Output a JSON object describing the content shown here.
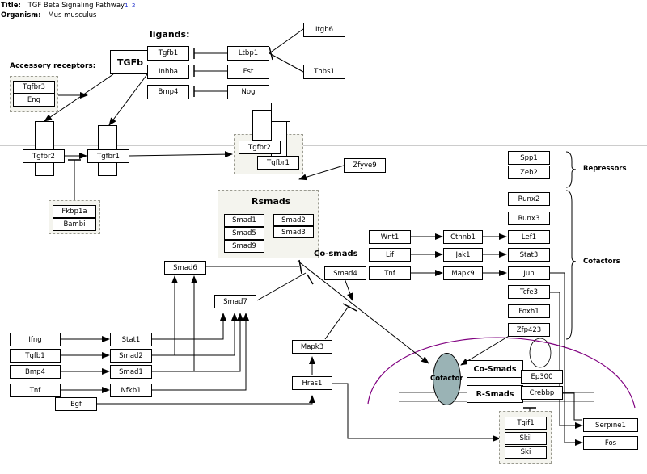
{
  "header": {
    "title_label": "Title:",
    "title": "TGF Beta Signaling Pathway",
    "refs": "1, 2",
    "organism_label": "Organism:",
    "organism": "Mus musculus"
  },
  "labels": {
    "ligands": "ligands:",
    "accessory": "Accessory receptors:",
    "tgfb": "TGFb",
    "rsmads": "Rsmads",
    "cosmads": "Co-smads",
    "repressors": "Repressors",
    "cofactors": "Cofactors",
    "cofactor": "Cofactor",
    "cosmads_box": "Co-Smads",
    "rsmads_box": "R-Smads"
  },
  "genes": {
    "tgfb1_l": "Tgfb1",
    "inhba": "Inhba",
    "bmp4_l": "Bmp4",
    "ltbp1": "Ltbp1",
    "fst": "Fst",
    "nog": "Nog",
    "itgb6": "Itgb6",
    "thbs1": "Thbs1",
    "tgfbr3": "Tgfbr3",
    "eng": "Eng",
    "tgfbr2": "Tgfbr2",
    "tgfbr1": "Tgfbr1",
    "tgfbr2_b": "Tgfbr2",
    "tgfbr1_b": "Tgfbr1",
    "fkbp1a": "Fkbp1a",
    "bambi": "Bambi",
    "zfyve9": "Zfyve9",
    "smad1": "Smad1",
    "smad5": "Smad5",
    "smad9": "Smad9",
    "smad2": "Smad2",
    "smad3": "Smad3",
    "spp1": "Spp1",
    "zeb2": "Zeb2",
    "runx2": "Runx2",
    "runx3": "Runx3",
    "lef1": "Lef1",
    "stat3": "Stat3",
    "jun": "Jun",
    "tcfe3": "Tcfe3",
    "foxh1": "Foxh1",
    "zfp423": "Zfp423",
    "wnt1": "Wnt1",
    "ctnnb1": "Ctnnb1",
    "lif": "Lif",
    "jak1": "Jak1",
    "tnf_r": "Tnf",
    "mapk9": "Mapk9",
    "smad6": "Smad6",
    "smad4": "Smad4",
    "smad7": "Smad7",
    "ifng": "Ifng",
    "tgfb1_b": "Tgfb1",
    "bmp4_b": "Bmp4",
    "tnf_b": "Tnf",
    "egf": "Egf",
    "stat1": "Stat1",
    "smad2_b": "Smad2",
    "smad1_b": "Smad1",
    "nfkb1": "Nfkb1",
    "mapk3": "Mapk3",
    "hras1": "Hras1",
    "ep300": "Ep300",
    "crebbp": "Crebbp",
    "tgif1": "Tgif1",
    "skil": "Skil",
    "ski": "Ski",
    "serpine1": "Serpine1",
    "fos": "Fos"
  },
  "colors": {
    "line": "#000000",
    "membrane": "#999999",
    "nucleus": "#800080",
    "cofactor_fill": "#9ab3b5",
    "group_fill": "#f4f4ee",
    "ref_link": "#2233cc"
  }
}
